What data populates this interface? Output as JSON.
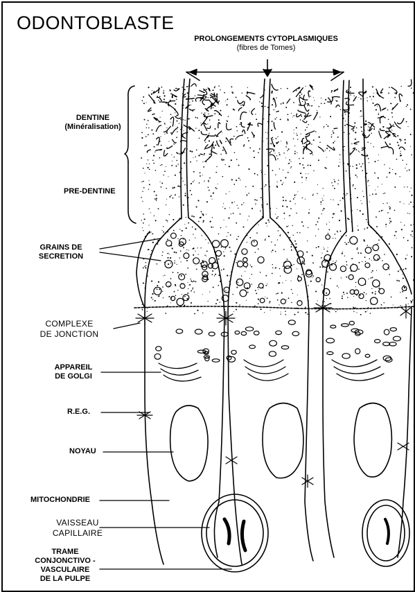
{
  "title": "ODONTOBLASTE",
  "labels": {
    "prolongements_line1": "PROLONGEMENTS CYTOPLASMIQUES",
    "prolongements_line2": "(fibres de Tomes)",
    "dentine_line1": "DENTINE",
    "dentine_line2": "(Minéralisation)",
    "predentine": "PRE-DENTINE",
    "grains_line1": "GRAINS DE",
    "grains_line2": "SECRETION",
    "complexe_line1": "COMPLEXE",
    "complexe_line2": "DE JONCTION",
    "golgi_line1": "APPAREIL",
    "golgi_line2": "DE GOLGI",
    "reg": "R.E.G.",
    "noyau": "NOYAU",
    "mitochondrie": "MITOCHONDRIE",
    "vaisseau_line1": "VAISSEAU",
    "vaisseau_line2": "CAPILLAIRE",
    "trame_line1": "TRAME",
    "trame_line2": "CONJONCTIVO -",
    "trame_line3": "VASCULAIRE",
    "trame_line4": "DE LA PULPE"
  },
  "colors": {
    "ink": "#000000",
    "paper": "#ffffff"
  }
}
